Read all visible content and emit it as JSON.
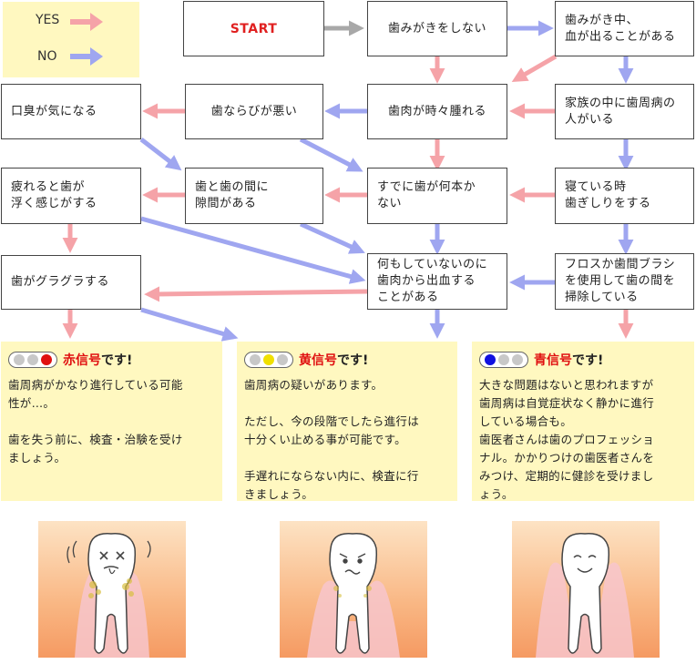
{
  "legend": {
    "yes_label": "YES",
    "no_label": "NO",
    "yes_color": "#f5a3a8",
    "no_color": "#9fa6f0"
  },
  "nodes": {
    "start": "START",
    "n1": "歯みがきをしない",
    "n2": "歯みがき中、\n血が出ることがある",
    "n3": "歯肉が時々腫れる",
    "n4": "家族の中に歯周病の\n人がいる",
    "n5": "歯ならびが悪い",
    "n6": "口臭が気になる",
    "n7": "すでに歯が何本か\nない",
    "n8": "寝ている時\n歯ぎしりをする",
    "n9": "歯と歯の間に\n隙間がある",
    "n10": "疲れると歯が\n浮く感じがする",
    "n11": "何もしていないのに\n歯肉から出血する\nことがある",
    "n12": "フロスか歯間ブラシ\nを使用して歯の間を\n掃除している",
    "n13": "歯がグラグラする"
  },
  "results": {
    "red": {
      "title_a": "赤信号",
      "title_b": "です!",
      "color": "#e01010",
      "body": "歯周病がかなり進行している可能\n性が…。\n\n歯を失う前に、検査・治験を受け\nましょう。"
    },
    "yellow": {
      "title_a": "黄信号",
      "title_b": "です!",
      "color": "#e01010",
      "body": "歯周病の疑いがあります。\n\nただし、今の段階でしたら進行は\n十分くい止める事が可能です。\n\n手遅れにならない内に、検査に行\nきましょう。"
    },
    "blue": {
      "title_a": "青信号",
      "title_b": "です!",
      "color": "#e01010",
      "body": "大きな問題はないと思われますが\n歯周病は自覚症状なく静かに進行\nしている場合も。\n歯医者さんは歯のプロフェッショ\nナル。かかりつけの歯医者さんを\nみつけ、定期的に健診を受けまし\nょう。"
    }
  },
  "illustrations": [
    "tooth-severe-icon",
    "tooth-worried-icon",
    "tooth-healthy-icon"
  ]
}
